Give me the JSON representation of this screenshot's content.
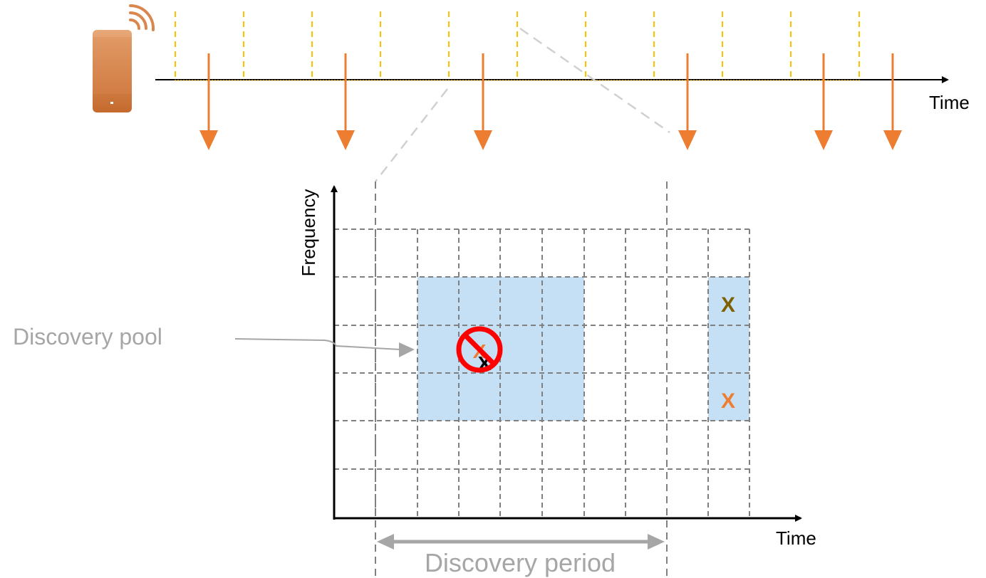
{
  "top_timeline": {
    "time_label": "Time"
  },
  "grid": {
    "y_axis_label": "Frequency",
    "x_axis_label": "Time",
    "pool_label": "Discovery pool",
    "period_label": "Discovery period",
    "mark_dark": "X",
    "mark_orange": "X",
    "mark_blocked_orange": "X",
    "mark_blocked_black": "X"
  },
  "colors": {
    "arrow_orange": "#ED7D31",
    "dashed_yellow": "#FFC000",
    "pool_blue": "#C5E0F4",
    "grid_gray": "#808080",
    "annotation_gray": "#A6A6A6",
    "mark_dark": "#7F6000",
    "prohibit_red": "#FF0000",
    "phone_copper": "#C97A45"
  },
  "icons": {
    "phone": "smartphone-icon",
    "signal": "wifi-signal-icon",
    "prohibit": "prohibited-icon"
  }
}
